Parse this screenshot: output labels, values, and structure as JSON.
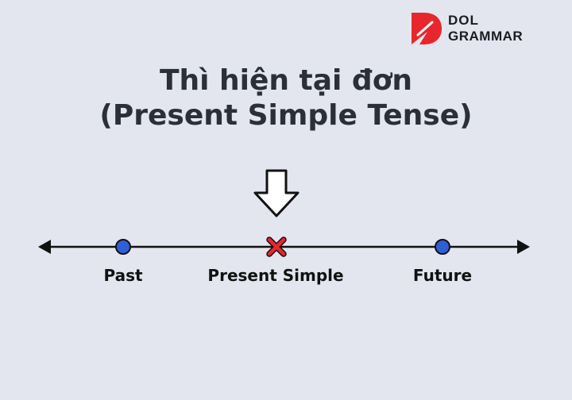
{
  "logo": {
    "line1": "DOL",
    "line2": "GRAMMAR",
    "brand_color": "#e8262e"
  },
  "title": {
    "line1": "Thì hiện tại đơn",
    "line2": "(Present Simple Tense)"
  },
  "timeline": {
    "labels": {
      "past": "Past",
      "present": "Present Simple",
      "future": "Future"
    },
    "dot_color": "#2f5fd7",
    "present_marker_color": "#e8262e"
  }
}
